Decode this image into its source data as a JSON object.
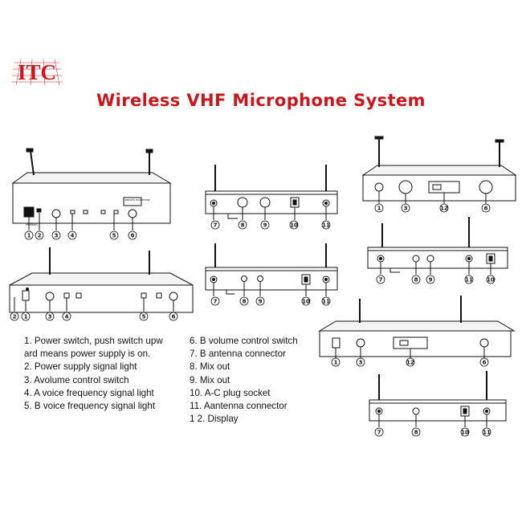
{
  "logo": {
    "text": "ITC"
  },
  "title": "Wireless VHF Microphone System",
  "callouts": [
    "1",
    "2",
    "3",
    "4",
    "5",
    "6",
    "7",
    "8",
    "9",
    "10",
    "11",
    "12"
  ],
  "front_panel": {
    "power_label": "POWER",
    "model_label": "WIRELESS MICROPHONE"
  },
  "legend": {
    "left": [
      "1. Power switch, push switch upw",
      "ard means power supply is on.",
      "2. Power supply signal light",
      "3. Avolume control switch",
      "4. A voice frequency signal light",
      "5. B voice frequency signal light"
    ],
    "right": [
      "6. B volume control switch",
      "7. B antenna connector",
      "8. Mix out",
      "9. Mix out",
      "10. A-C plug socket",
      "11. Aantenna connector",
      "1 2. Display"
    ]
  },
  "colors": {
    "title": "#c8161c",
    "logo": "#c8161c",
    "line": "#111111"
  }
}
